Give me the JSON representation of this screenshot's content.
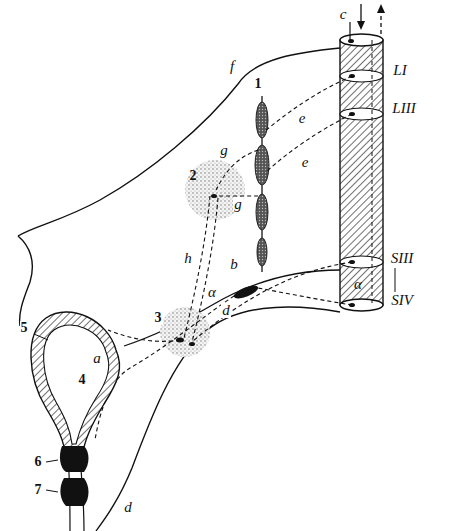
{
  "diagram": {
    "labels": [
      "c",
      "LI",
      "LIII",
      "SIII",
      "SIV",
      "α",
      "1",
      "f",
      "e",
      "e",
      "2",
      "g",
      "g",
      "h",
      "b",
      "3",
      "a",
      "α",
      "d",
      "5",
      "4",
      "6",
      "7",
      "d"
    ]
  }
}
